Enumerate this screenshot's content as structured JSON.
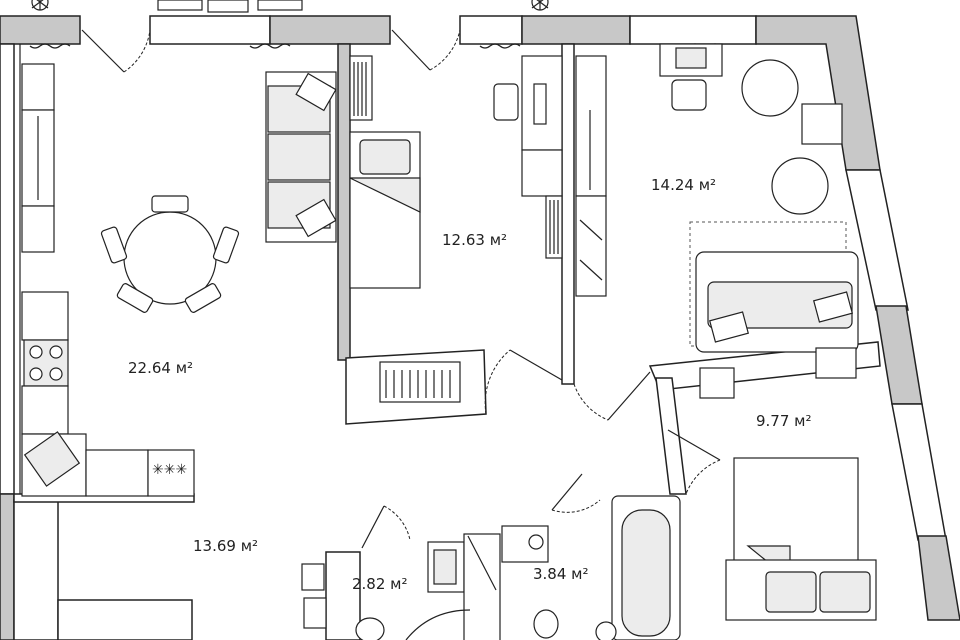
{
  "floor_plan": {
    "rooms": [
      {
        "id": "living-kitchen",
        "area": "22.64 м²"
      },
      {
        "id": "bedroom-middle",
        "area": "12.63 м²"
      },
      {
        "id": "bedroom-right",
        "area": "14.24 м²"
      },
      {
        "id": "bedroom-small",
        "area": "9.77 м²"
      },
      {
        "id": "hallway",
        "area": "13.69 м²"
      },
      {
        "id": "bathroom",
        "area": "2.82 м²"
      },
      {
        "id": "washroom",
        "area": "3.84 м²"
      }
    ],
    "colors": {
      "wall_fill": "#c8c8c8",
      "line": "#222222",
      "background": "#ffffff"
    }
  }
}
